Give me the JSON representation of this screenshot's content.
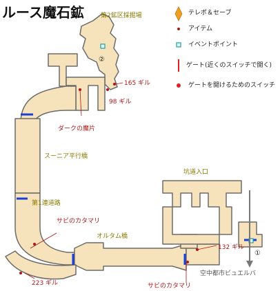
{
  "title": "ルース魔石鉱",
  "legend": {
    "save_teleport": "テレポ＆セーブ",
    "item": "アイテム",
    "event_point": "イベントポイント",
    "gate": "ゲート(近くのスイッチで開く)",
    "gate_switch": "ゲートを開けるためのスイッチ"
  },
  "areas": {
    "quarry": "第2鉱区採掘場",
    "parallel_bridge": "スーニア平行橋",
    "road_1": "第1連道路",
    "oltam_bridge": "オルタム橋",
    "pit_entrance": "坑道入口",
    "city": "空中都市ビュエルバ"
  },
  "items": {
    "gil_165": "165 ギル",
    "gil_98": "98 ギル",
    "dark_shard": "ダークの魔片",
    "rust_1": "サビのカタマリ",
    "gil_223": "223 ギル",
    "rust_2": "サビのカタマリ",
    "gil_132": "132 ギル"
  },
  "markers": {
    "circle_1": "①",
    "circle_2": "②"
  },
  "colors": {
    "floor": "#f6e2bb",
    "wall": "#6b6b6b",
    "gate": "#1a3fd6",
    "item": "#b01818",
    "label_olive": "#8a7a00",
    "save": "#f0a020",
    "event": "#1aa0a0"
  }
}
